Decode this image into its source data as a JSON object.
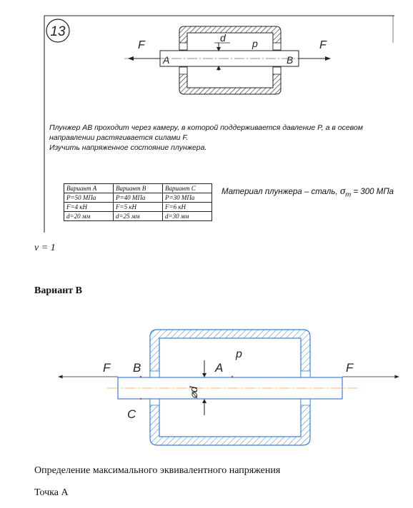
{
  "problem": {
    "number": "13",
    "labels": {
      "force": "F",
      "left_end": "A",
      "right_end": "B",
      "diameter": "d",
      "pressure": "p"
    },
    "text_line1": "Плунжер AB проходит через камеру, в которой поддерживается давление P, а в осевом",
    "text_line2": "направлении растягивается силами F.",
    "text_line3": "Изучить напряженное состояние плунжера.",
    "material_text": "Материал плунжера – сталь,",
    "material_sigma": "σ",
    "material_sub": "т",
    "material_value": "= 300 МПа",
    "table": [
      [
        "Вариант A",
        "Вариант B",
        "Вариант C"
      ],
      [
        "P=50 МПа",
        "P=40 МПа",
        "P=30 МПа"
      ],
      [
        "F=4 кН",
        "F=5 кН",
        "F=6 кН"
      ],
      [
        "d=20 мм",
        "d=25 мм",
        "d=30 мм"
      ]
    ]
  },
  "poisson": "ν = 1",
  "variant_heading": "Вариант В",
  "variant_diagram": {
    "labels": {
      "force_left": "F",
      "point_b": "B",
      "point_a": "A",
      "pressure": "p",
      "force_right": "F",
      "point_c": "C",
      "diameter": "⌀d"
    },
    "color": "#3a7fd5"
  },
  "section_title": "Определение максимального эквивалентного напряжения",
  "point_title": "Точка А"
}
